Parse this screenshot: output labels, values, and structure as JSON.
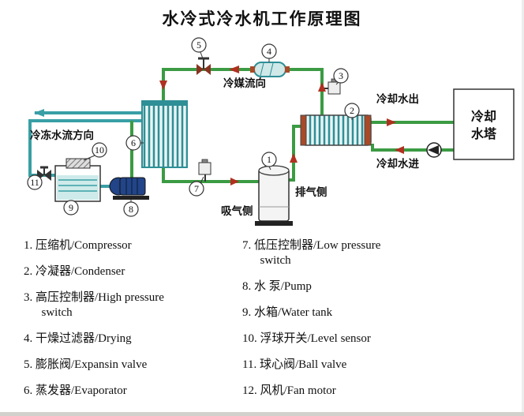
{
  "title": "水冷式冷水机工作原理图",
  "diagram": {
    "labels": {
      "refrigerant_flow": "冷媒流向",
      "cooling_water_out": "冷却水出",
      "cooling_water_in": "冷却水进",
      "chilled_water_flow": "冷冻水流方向",
      "discharge_side": "排气侧",
      "suction_side": "吸气侧",
      "tower_line1": "冷却",
      "tower_line2": "水塔"
    },
    "markers": [
      "1",
      "2",
      "3",
      "4",
      "5",
      "6",
      "7",
      "8",
      "9",
      "10",
      "11"
    ]
  },
  "legend": {
    "left": [
      "1. 压缩机/Compressor",
      "2. 冷凝器/Condenser",
      "3. 高压控制器/High pressure\n      switch",
      "4. 干燥过滤器/Drying",
      "5. 膨胀阀/Expansin valve",
      "6. 蒸发器/Evaporator"
    ],
    "right": [
      "7. 低压控制器/Low pressure\n      switch",
      "8. 水 泵/Pump",
      "9. 水箱/Water tank",
      "10. 浮球开关/Level sensor",
      "11. 球心阀/Ball valve",
      "12. 风机/Fan motor"
    ]
  },
  "colors": {
    "pipe_green": "#3b9b43",
    "water_teal": "#399fa5",
    "arrow_red": "#b03020",
    "pump_blue": "#224488",
    "connector_red": "#a84a28"
  }
}
